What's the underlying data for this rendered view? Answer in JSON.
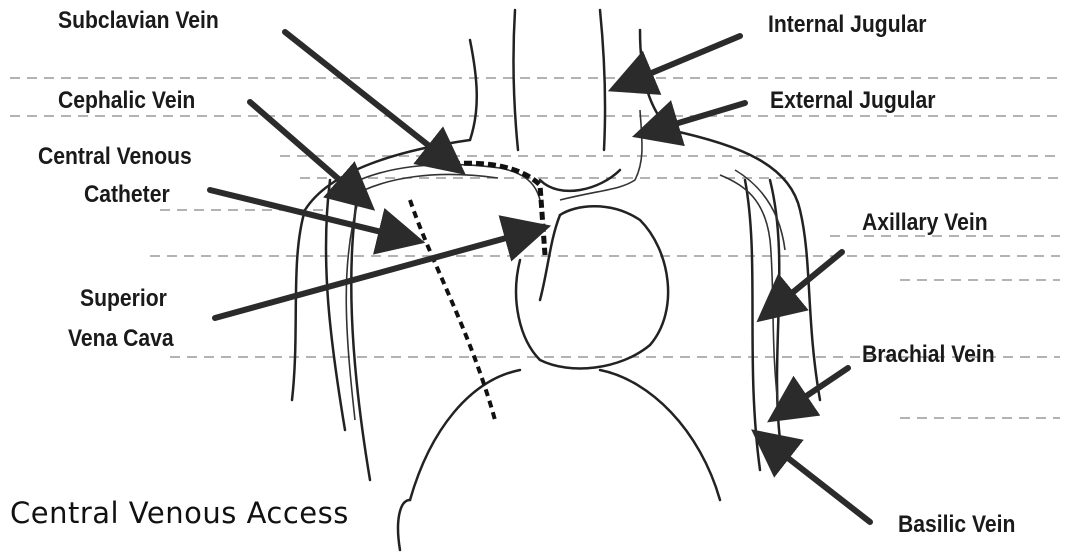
{
  "title": "Central Venous Access",
  "labels": {
    "subclavian_vein": "Subclavian Vein",
    "internal_jugular": "Internal Jugular",
    "cephalic_vein": "Cephalic Vein",
    "external_jugular": "External Jugular",
    "central_venous_catheter_line1": "Central Venous",
    "central_venous_catheter_line2": "Catheter",
    "axillary_vein": "Axillary Vein",
    "superior_vena_cava_line1": "Superior",
    "superior_vena_cava_line2": "Vena Cava",
    "brachial_vein": "Brachial Vein",
    "basilic_vein": "Basilic Vein"
  },
  "colors": {
    "ink": "#1a1a1a",
    "arrow": "#2b2b2b",
    "guide": "#9a9a9a",
    "background": "#ffffff"
  }
}
